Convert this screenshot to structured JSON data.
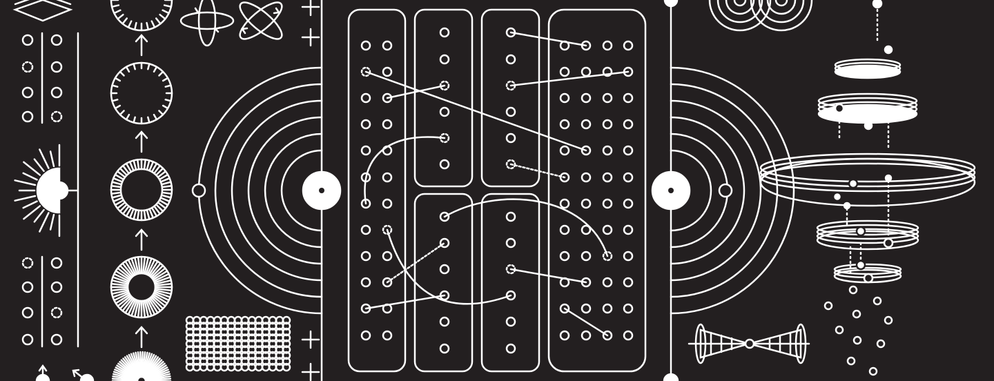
{
  "palette": {
    "background": "#231f20",
    "line": "#ffffff"
  },
  "panels": [
    {
      "name": "dot-columns-panel"
    },
    {
      "name": "dot-grid-panel-left-top"
    },
    {
      "name": "dot-grid-panel-middle-top"
    },
    {
      "name": "dot-grid-panel-left-bottom"
    },
    {
      "name": "dot-grid-panel-middle-bottom"
    },
    {
      "name": "dot-grid-panel-right"
    }
  ],
  "icons": {
    "left_column": [
      "diamond-icon",
      "dot-pair-icon",
      "half-sun-icon",
      "dot-pair-icon"
    ],
    "gear_column": [
      "tick-ring-icon",
      "tick-ring-icon",
      "spoke-ring-icon",
      "spoke-ring-icon",
      "sunburst-icon"
    ],
    "right_column": [
      "concentric-circles-icon",
      "stacked-disc-icon",
      "bowtie-icon"
    ]
  }
}
